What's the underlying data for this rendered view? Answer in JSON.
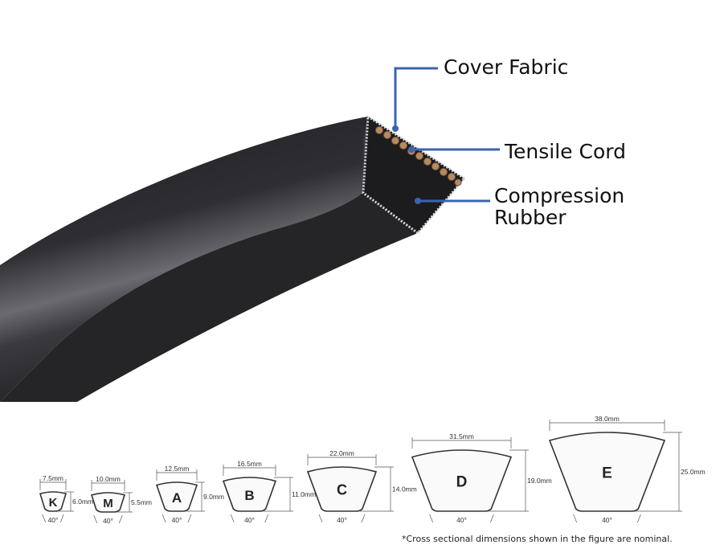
{
  "callouts": {
    "cover_fabric": "Cover Fabric",
    "tensile_cord": "Tensile Cord",
    "compression_rubber_line1": "Compression",
    "compression_rubber_line2": "Rubber"
  },
  "colors": {
    "leader": "#3b64b0",
    "belt_dark": "#2b2b2e",
    "belt_mid": "#4a4a50",
    "cord": "#b88a62"
  },
  "sections": [
    {
      "letter": "K",
      "top_width": "7.5mm",
      "height": "6.0mm",
      "angle": "40°"
    },
    {
      "letter": "M",
      "top_width": "10.0mm",
      "height": "5.5mm",
      "angle": "40°"
    },
    {
      "letter": "A",
      "top_width": "12.5mm",
      "height": "9.0mm",
      "angle": "40°"
    },
    {
      "letter": "B",
      "top_width": "16.5mm",
      "height": "11.0mm",
      "angle": "40°"
    },
    {
      "letter": "C",
      "top_width": "22.0mm",
      "height": "14.0mm",
      "angle": "40°"
    },
    {
      "letter": "D",
      "top_width": "31.5mm",
      "height": "19.0mm",
      "angle": "40°"
    },
    {
      "letter": "E",
      "top_width": "38.0mm",
      "height": "25.0mm",
      "angle": "40°"
    }
  ],
  "footnote": "*Cross sectional dimensions shown in the figure are nominal."
}
